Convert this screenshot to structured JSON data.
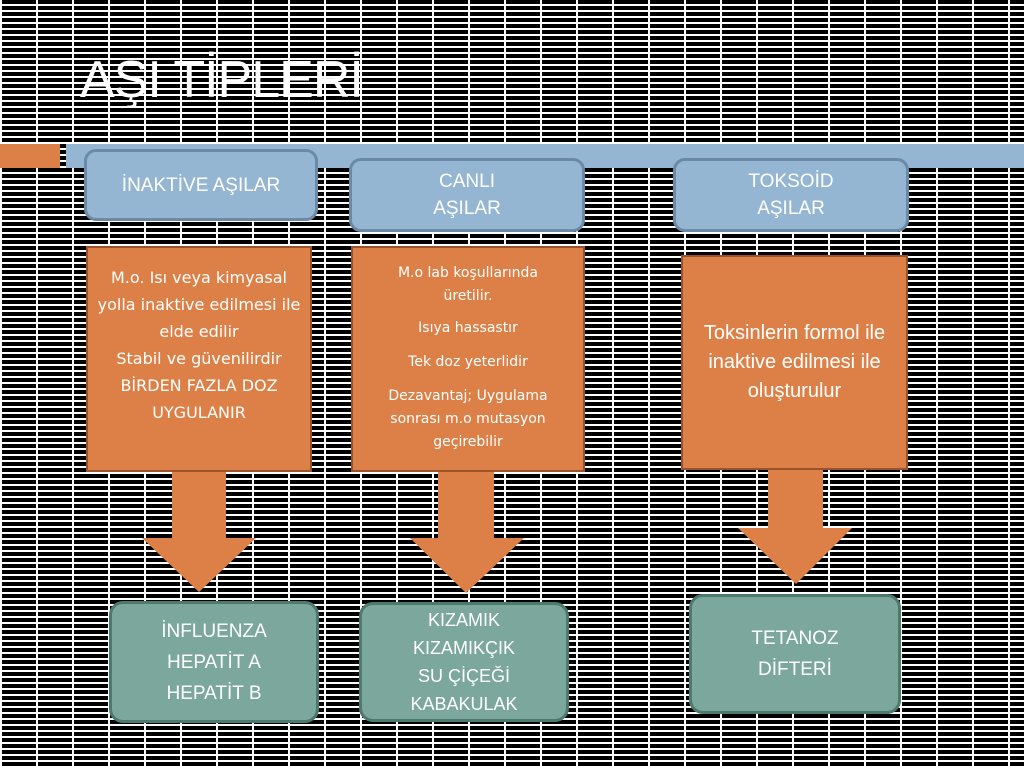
{
  "title": "AŞI TİPLERİ",
  "colors": {
    "accent_orange": "#dd8047",
    "accent_blue": "#94b6d2",
    "accent_green": "#7ba79d"
  },
  "columns": [
    {
      "header": [
        "İNAKTİVE AŞILAR"
      ],
      "description": [
        "M.o. Isı veya kimyasal yolla inaktive edilmesi ile elde edilir",
        "Stabil ve güvenilirdir",
        "BİRDEN FAZLA DOZ UYGULANIR"
      ],
      "examples": [
        "İNFLUENZA",
        "HEPATİT A",
        "HEPATİT B"
      ]
    },
    {
      "header": [
        "CANLI",
        "AŞILAR"
      ],
      "description": [
        "M.o lab koşullarında\nüretilir.",
        "Isıya hassastır",
        "Tek doz yeterlidir",
        "Dezavantaj; Uygulama\nsonrası m.o mutasyon\ngeçirebilir"
      ],
      "examples": [
        "KIZAMIK",
        "KIZAMIKÇIK",
        "SU ÇİÇEĞİ",
        "KABAKULAK"
      ]
    },
    {
      "header": [
        "TOKSOİD",
        "AŞILAR"
      ],
      "description": [
        "Toksinlerin  formol ile inaktive edilmesi ile oluşturulur"
      ],
      "examples": [
        "TETANOZ",
        "DİFTERİ"
      ]
    }
  ]
}
